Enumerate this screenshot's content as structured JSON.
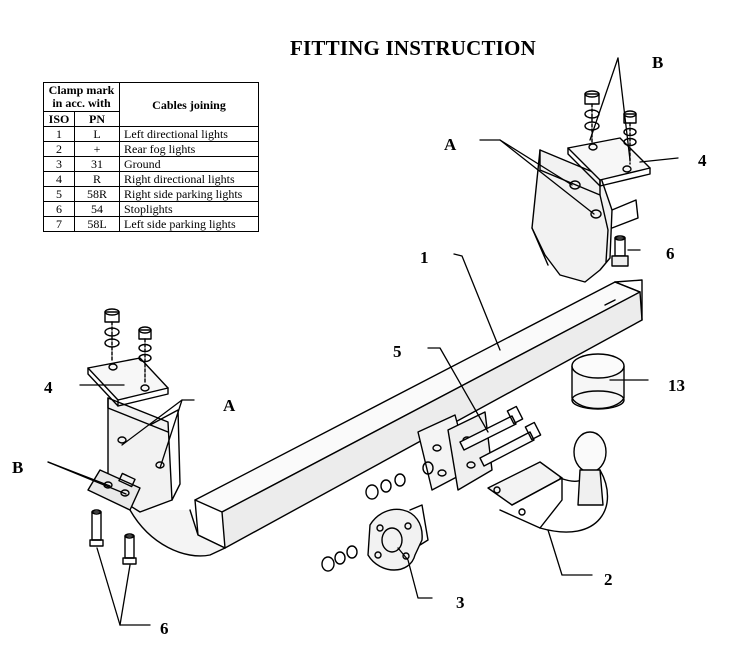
{
  "title": "FITTING INSTRUCTION",
  "table": {
    "header_clamp": "Clamp mark in acc. with",
    "header_cables": "Cables joining",
    "col_iso": "ISO",
    "col_pn": "PN",
    "rows": [
      {
        "iso": "1",
        "pn": "L",
        "desc": "Left directional lights"
      },
      {
        "iso": "2",
        "pn": "+",
        "desc": "Rear fog lights"
      },
      {
        "iso": "3",
        "pn": "31",
        "desc": "Ground"
      },
      {
        "iso": "4",
        "pn": "R",
        "desc": "Right directional lights"
      },
      {
        "iso": "5",
        "pn": "58R",
        "desc": "Right side parking lights"
      },
      {
        "iso": "6",
        "pn": "54",
        "desc": "Stoplights"
      },
      {
        "iso": "7",
        "pn": "58L",
        "desc": "Left side parking lights"
      }
    ]
  },
  "labels": {
    "B_top": "B",
    "A_top": "A",
    "n4_right": "4",
    "n6_right": "6",
    "n1": "1",
    "n5": "5",
    "n13": "13",
    "n4_left": "4",
    "A_left": "A",
    "B_left": "B",
    "n2": "2",
    "n3": "3",
    "n6_bottom": "6"
  }
}
